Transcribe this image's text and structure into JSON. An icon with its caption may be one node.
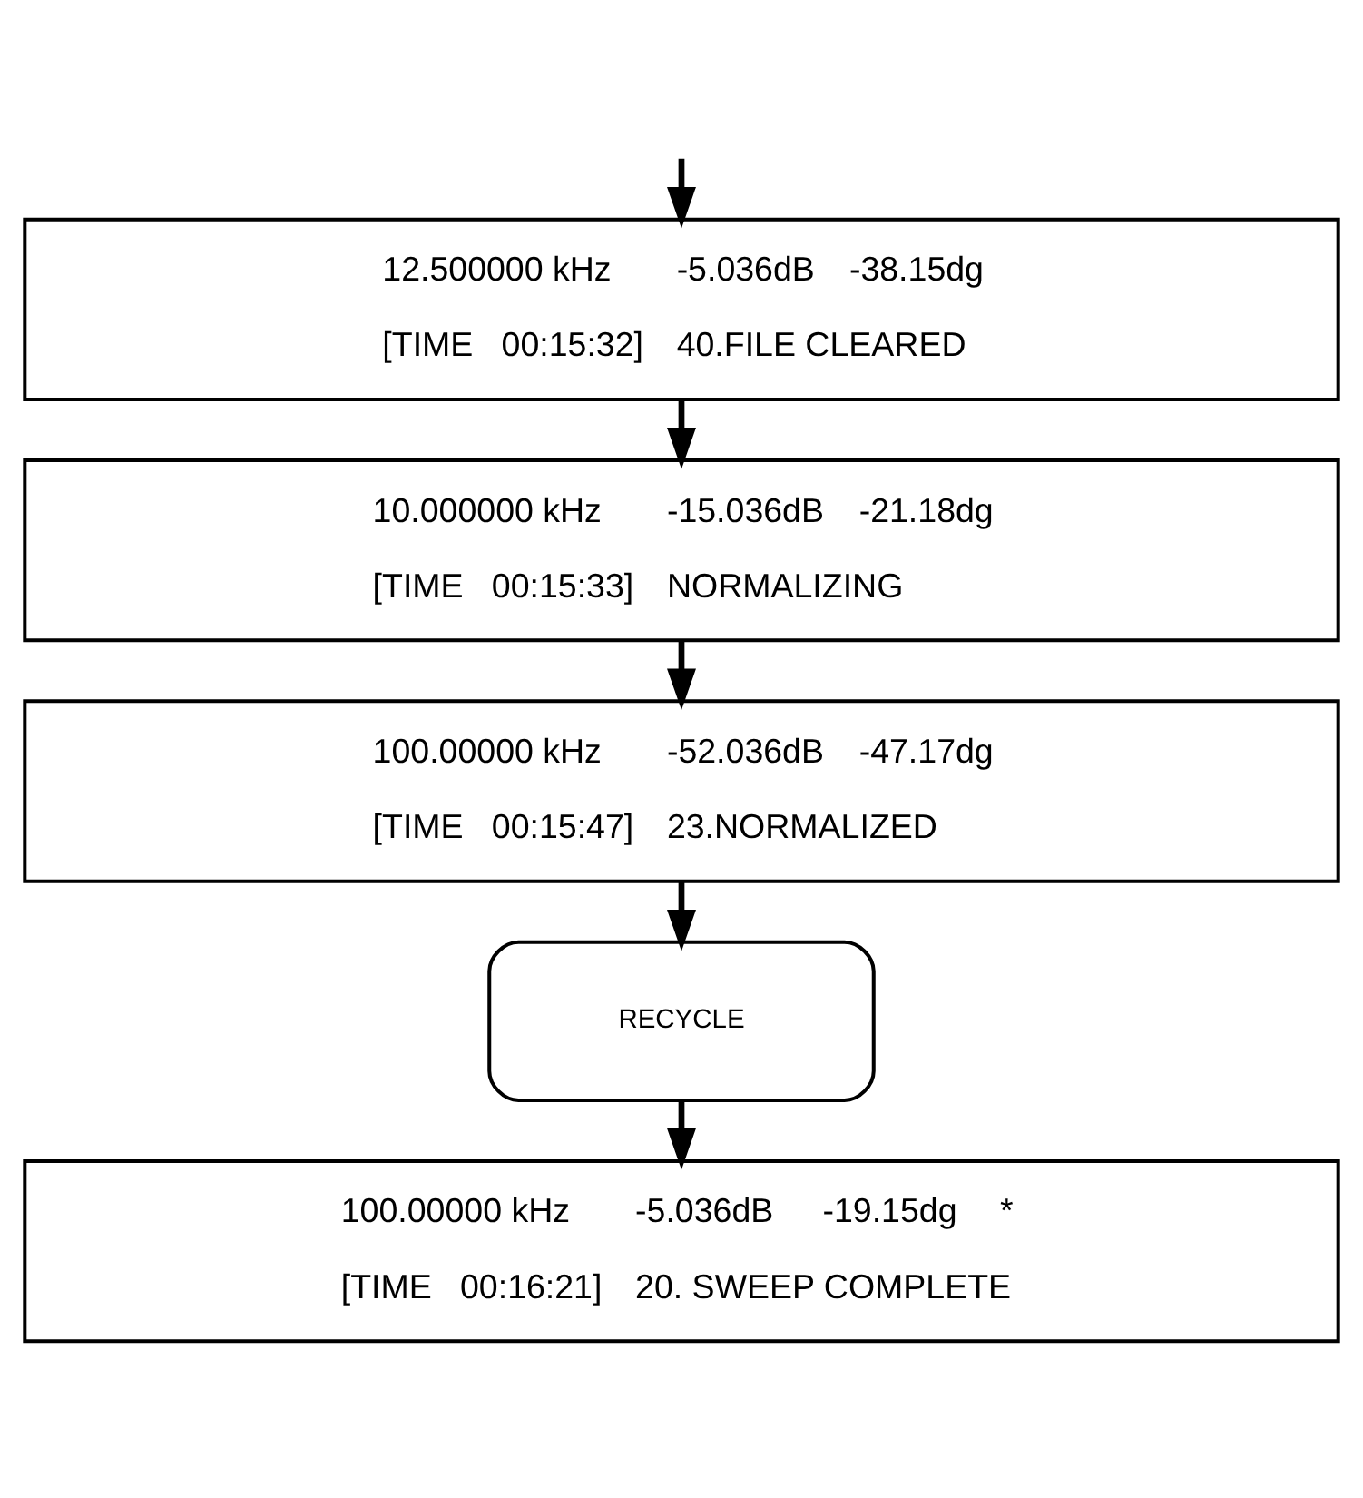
{
  "diagram": {
    "nodes": [
      {
        "text": [
          "12.500000 kHz",
          "-5.036dB",
          "-38.15dg",
          "[TIME   00:15:32]",
          "40.FILE CLEARED"
        ]
      },
      {
        "text": [
          "10.000000 kHz",
          "-15.036dB",
          "-21.18dg",
          "[TIME   00:15:33]",
          "NORMALIZING"
        ]
      },
      {
        "text": [
          "100.00000 kHz",
          "-52.036dB",
          "-47.17dg",
          "[TIME   00:15:47]",
          "23.NORMALIZED"
        ]
      },
      {
        "text": [
          "RECYCLE"
        ]
      },
      {
        "text": [
          "100.00000 kHz",
          "-5.036dB",
          "-19.15dg",
          "*",
          "[TIME   00:16:21]",
          "20. SWEEP COMPLETE"
        ]
      }
    ],
    "edges": [
      {
        "from": null,
        "to": 0,
        "arrow": "to"
      },
      {
        "from": 0,
        "to": 1,
        "arrow": "to"
      },
      {
        "from": 1,
        "to": 2,
        "arrow": "to"
      },
      {
        "from": 2,
        "to": 3,
        "arrow": "to"
      },
      {
        "from": 3,
        "to": 4,
        "arrow": "to"
      }
    ]
  }
}
